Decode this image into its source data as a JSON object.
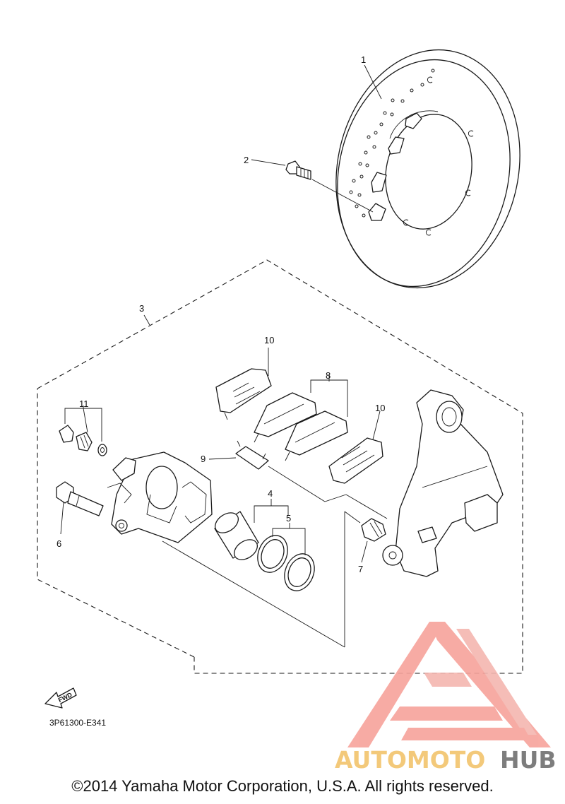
{
  "diagram": {
    "callouts": {
      "c1": "1",
      "c2": "2",
      "c3": "3",
      "c4": "4",
      "c5": "5",
      "c6": "6",
      "c7": "7",
      "c8": "8",
      "c9": "9",
      "c10a": "10",
      "c10b": "10",
      "c11": "11"
    },
    "fwd_label": "FWD",
    "diagram_code": "3P61300-E341"
  },
  "watermark": {
    "part1": "AUTOMOTO",
    "part2": "HUB",
    "color_primary": "#f7a39b",
    "color_secondary": "#f3c97a",
    "color_dark": "#7d7d7d"
  },
  "footer": {
    "copyright": "©2014 Yamaha Motor Corporation, U.S.A. All rights reserved."
  }
}
